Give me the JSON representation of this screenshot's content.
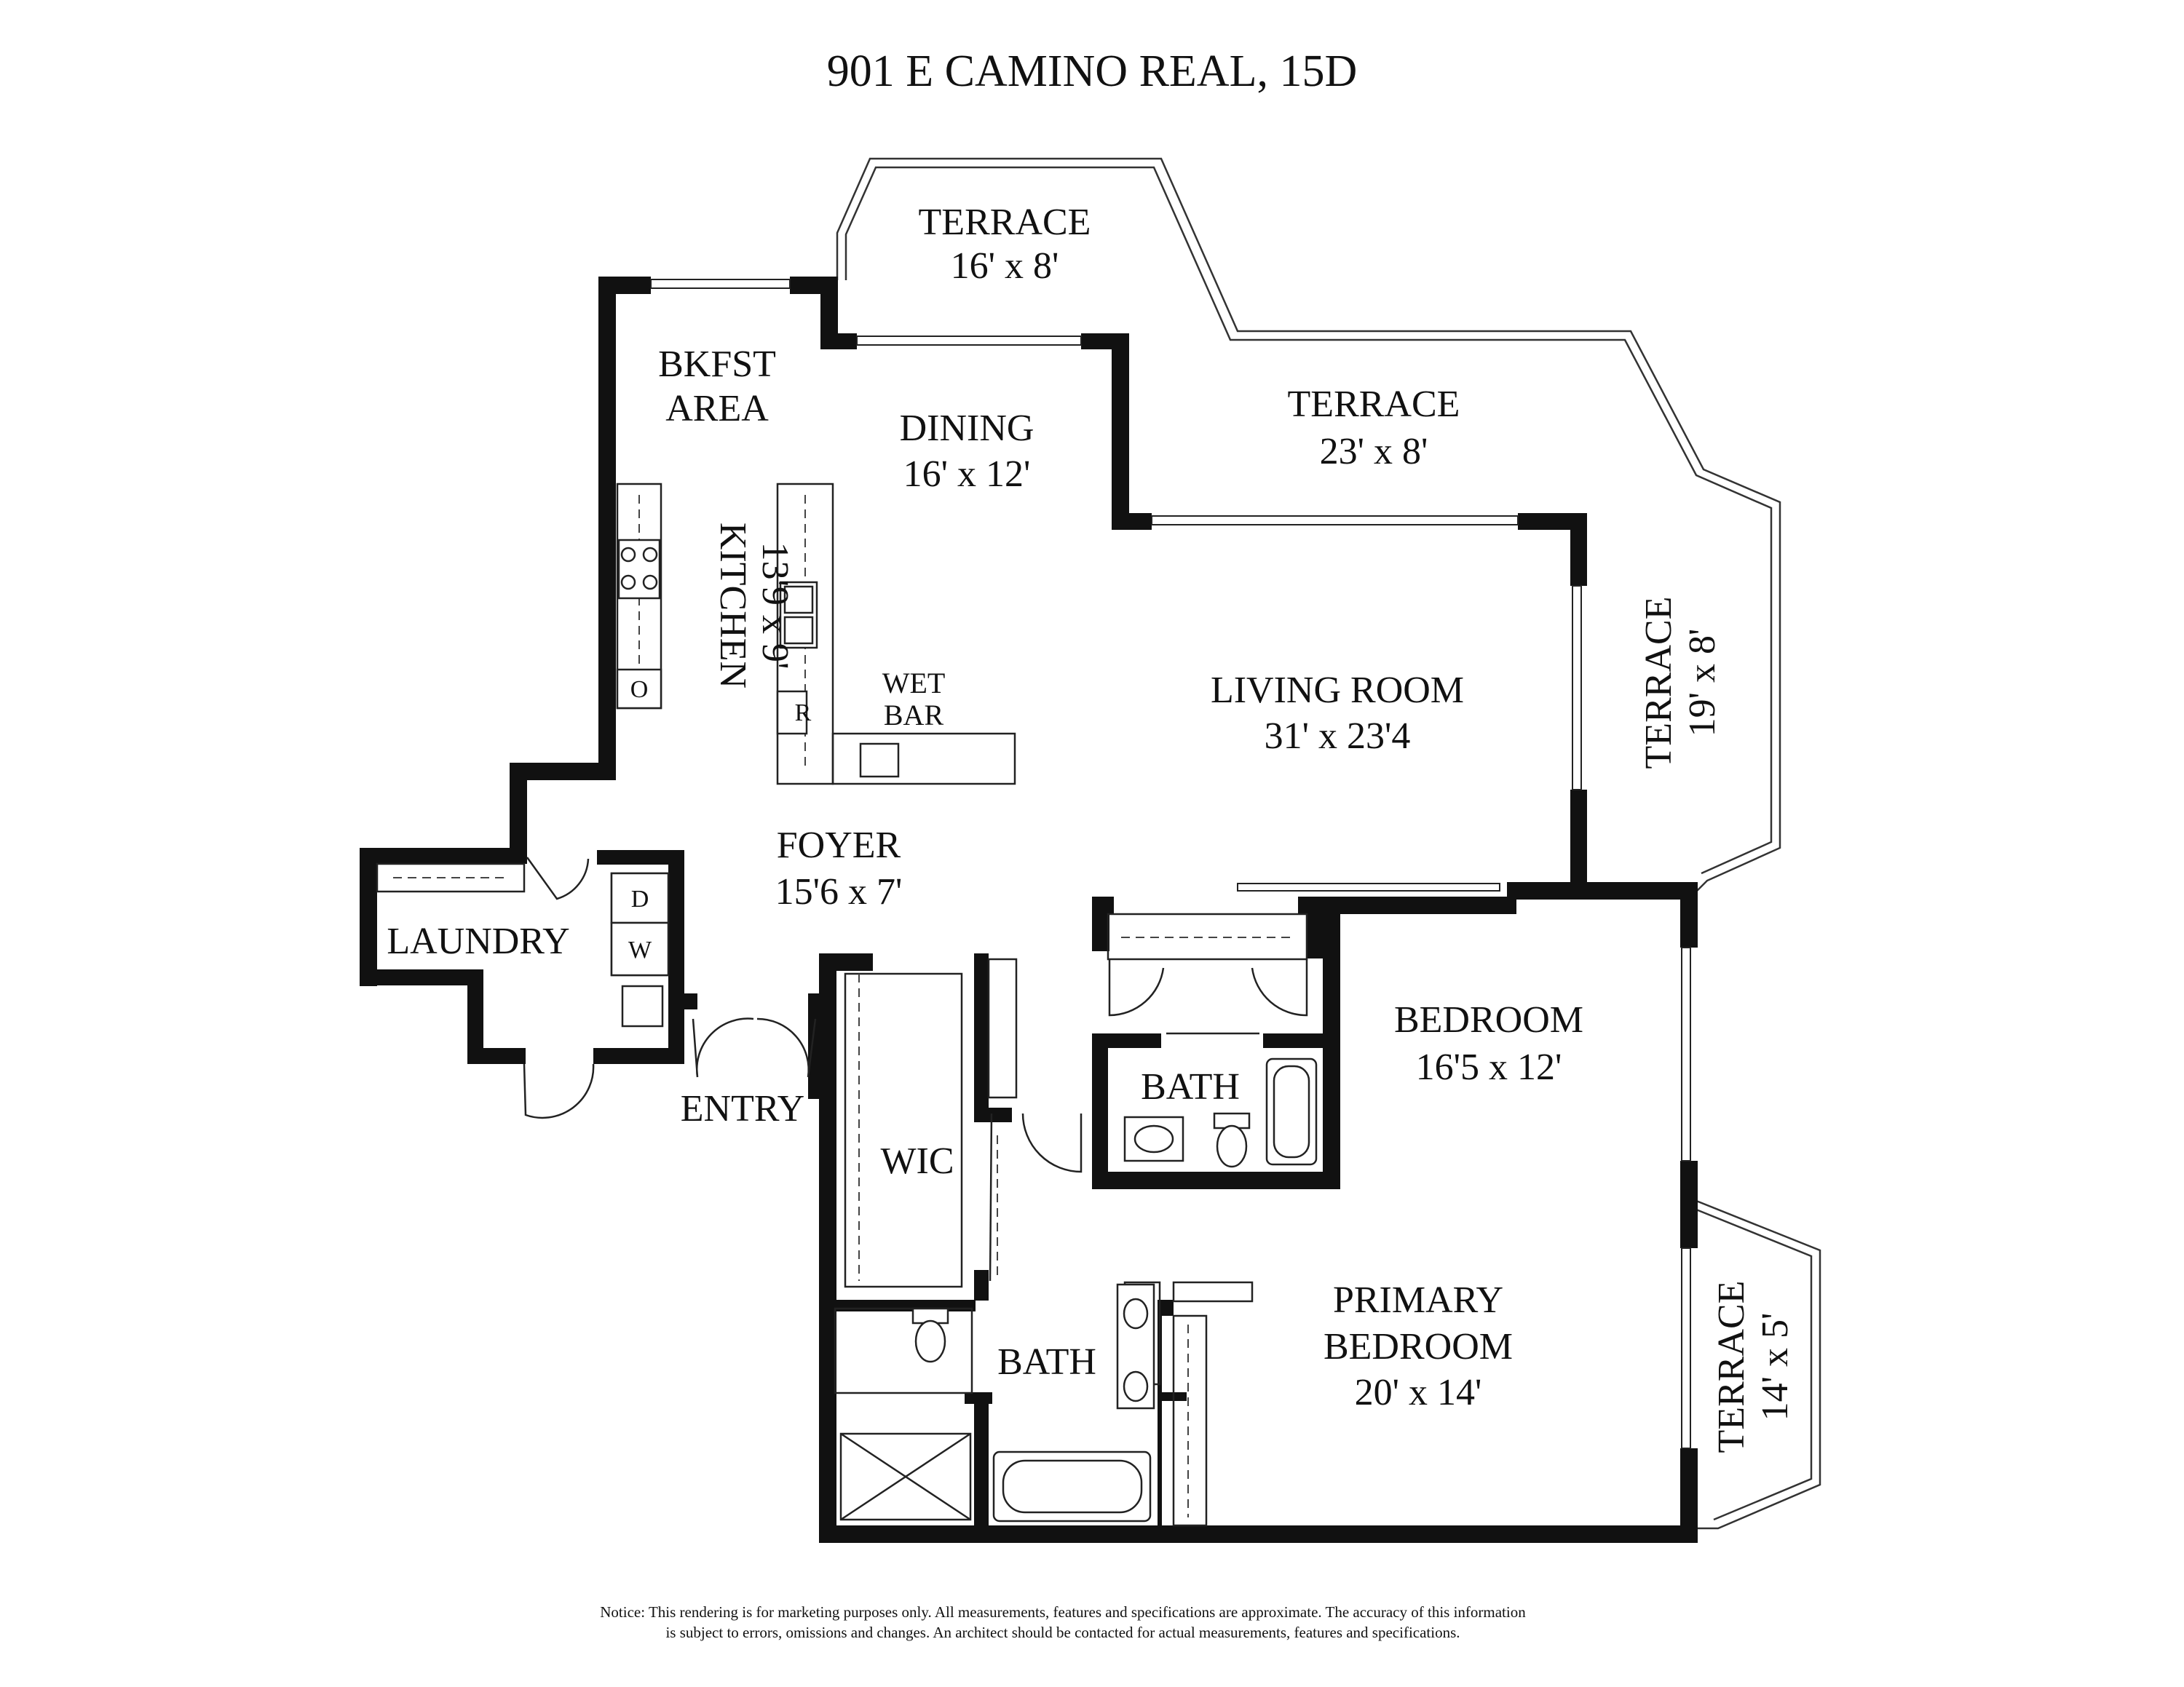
{
  "title": "901 E CAMINO REAL, 15D",
  "rooms": {
    "terrace_top": {
      "name": "TERRACE",
      "dims": "16' x 8'"
    },
    "terrace_mid": {
      "name": "TERRACE",
      "dims": "23' x 8'"
    },
    "terrace_right": {
      "name": "TERRACE",
      "dims": "19' x 8'"
    },
    "terrace_primary": {
      "name": "TERRACE",
      "dims": "14' x 5'"
    },
    "bkfst": {
      "line1": "BKFST",
      "line2": "AREA"
    },
    "dining": {
      "name": "DINING",
      "dims": "16' x 12'"
    },
    "kitchen": {
      "name": "KITCHEN",
      "dims": "13'9 x 9'"
    },
    "wetbar": {
      "line1": "WET",
      "line2": "BAR"
    },
    "living": {
      "name": "LIVING ROOM",
      "dims": "31' x 23'4"
    },
    "foyer": {
      "name": "FOYER",
      "dims": "15'6 x 7'"
    },
    "laundry": {
      "name": "LAUNDRY"
    },
    "entry": {
      "name": "ENTRY"
    },
    "bath1": {
      "name": "BATH"
    },
    "bedroom": {
      "name": "BEDROOM",
      "dims": "16'5 x 12'"
    },
    "wic": {
      "name": "WIC"
    },
    "bath2": {
      "name": "BATH"
    },
    "primary": {
      "line1": "PRIMARY",
      "line2": "BEDROOM",
      "dims": "20' x 14'"
    }
  },
  "appliances": {
    "oven": "O",
    "refrigerator": "R",
    "dryer": "D",
    "washer": "W"
  },
  "notice": {
    "line1": "Notice: This rendering is for marketing purposes only. All measurements, features and specifications are approximate. The accuracy of this information",
    "line2": "is subject to errors, omissions and changes. An architect should be contacted for actual measurements, features and specifications."
  }
}
